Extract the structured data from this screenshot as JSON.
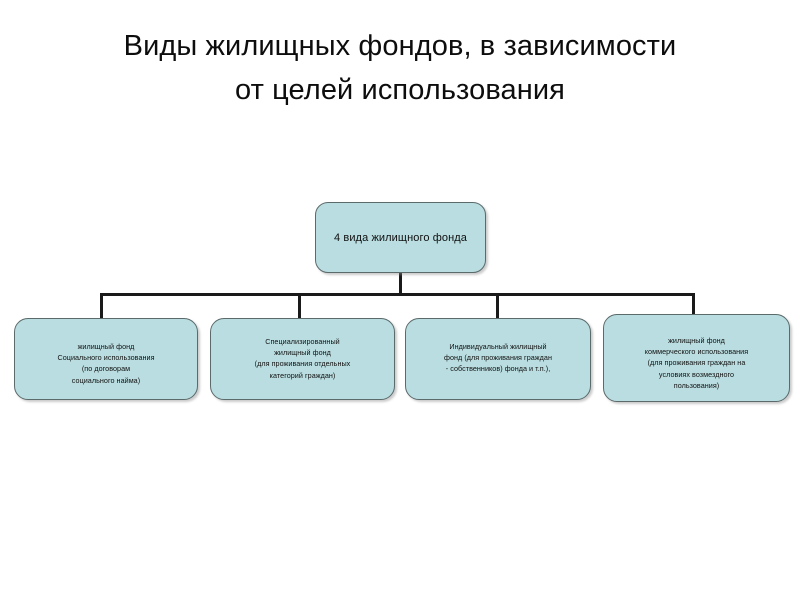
{
  "slide": {
    "title_lines": [
      "Виды жилищных фондов, в зависимости",
      "от целей использования"
    ],
    "background_color": "#ffffff",
    "title_color": "#0d0d0d"
  },
  "diagram": {
    "type": "org-chart",
    "node_fill_color": "#b9dde0",
    "node_border_color": "#5b6a6b",
    "connector_color": "#1a1a1a",
    "root": {
      "id": "root-node",
      "text": "4 вида жилищного фонда"
    },
    "children": [
      {
        "id": "fund-social-use",
        "lines": [
          "жилищный фонд",
          "Социального использования",
          "(по договорам",
          "социального найма)"
        ]
      },
      {
        "id": "fund-specialized",
        "lines": [
          "Специализированный",
          "жилищный фонд",
          "(для проживания отдельных",
          "категорий граждан)"
        ]
      },
      {
        "id": "fund-individual",
        "lines": [
          "Индивидуальный жилищный",
          "фонд (для проживания граждан",
          "- собственников) фонда и т.п.),"
        ]
      },
      {
        "id": "fund-commercial",
        "lines": [
          "жилищный фонд",
          "коммерческого использования",
          "(для проживания граждан на",
          "условиях возмездного",
          "пользования)"
        ]
      }
    ]
  }
}
